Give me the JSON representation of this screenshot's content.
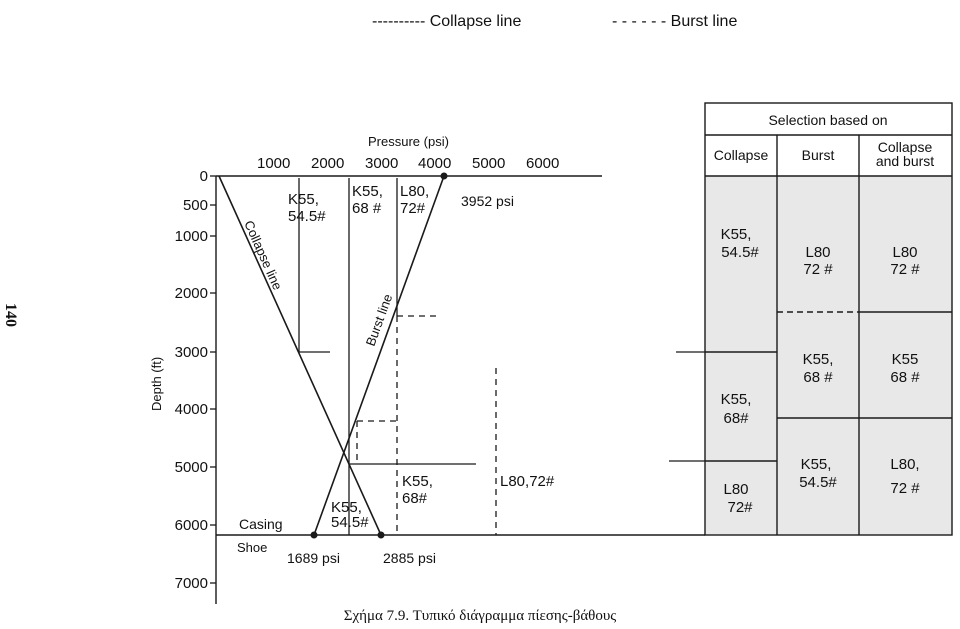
{
  "page_number": "140",
  "caption": "Σχήμα 7.9. Τυπικό διάγραμμα πίεσης-βάθους",
  "legend": {
    "collapse": "---------- Collapse line",
    "burst": "- - - - - - Burst line"
  },
  "axes": {
    "x_title": "Pressure (psi)",
    "x_ticks": [
      "1000",
      "2000",
      "3000",
      "4000",
      "5000",
      "6000"
    ],
    "y_title": "Depth (ft)",
    "y_ticks": [
      "0",
      "500",
      "1000",
      "2000",
      "3000",
      "4000",
      "5000",
      "6000",
      "7000"
    ]
  },
  "annotations": {
    "casing": "Casing",
    "shoe": "Shoe",
    "collapse_line": "Collapse line",
    "burst_line": "Burst line",
    "p_top": "3952 psi",
    "p_shoe_burst": "1689 psi",
    "p_shoe_collapse": "2885 psi"
  },
  "casing_labels": {
    "k55_545": [
      "K55,",
      "54.5#"
    ],
    "k55_68": [
      "K55,",
      "68 #"
    ],
    "l80_72": [
      "L80,",
      "72#"
    ],
    "k55_68_low": [
      "K55,",
      "68#"
    ],
    "l80_72_inline": "L80,72#",
    "k55_545_low": [
      "K55,",
      "54.5#"
    ]
  },
  "selection_table": {
    "title": "Selection based on",
    "headers": [
      "Collapse",
      "Burst",
      [
        "Collapse",
        "and burst"
      ]
    ],
    "collapse_col": [
      [
        "K55,",
        "54.5#"
      ],
      [
        "K55,",
        "68#"
      ],
      [
        "L80",
        "72#"
      ]
    ],
    "burst_col": [
      [
        "L80",
        "72 #"
      ],
      [
        "K55,",
        "68 #"
      ],
      [
        "K55,",
        "54.5#"
      ]
    ],
    "both_col": [
      [
        "L80",
        "72 #"
      ],
      [
        "K55",
        "68 #"
      ],
      [
        "L80,",
        "72 #"
      ]
    ]
  },
  "colors": {
    "ink": "#1a1a1a",
    "table_fill": "#e8e8e8"
  }
}
